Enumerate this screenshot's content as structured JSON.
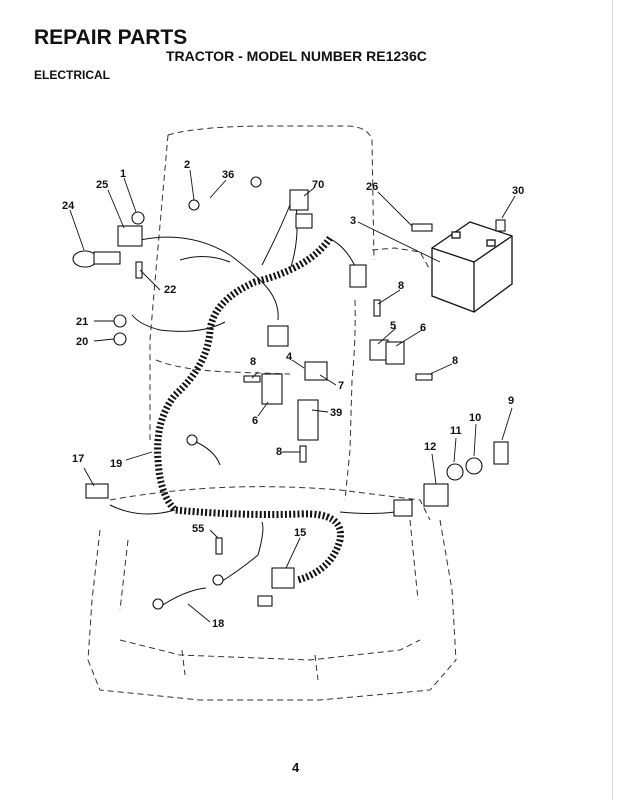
{
  "header": {
    "title": "REPAIR PARTS",
    "subtitle": "TRACTOR  - MODEL NUMBER RE1236C",
    "section": "ELECTRICAL"
  },
  "callouts": [
    "1",
    "2",
    "36",
    "70",
    "26",
    "30",
    "25",
    "24",
    "3",
    "22",
    "8",
    "21",
    "20",
    "5",
    "6",
    "4",
    "8",
    "7",
    "8",
    "6",
    "39",
    "17",
    "19",
    "8",
    "11",
    "10",
    "9",
    "12",
    "55",
    "15",
    "18"
  ],
  "page_number": "4"
}
